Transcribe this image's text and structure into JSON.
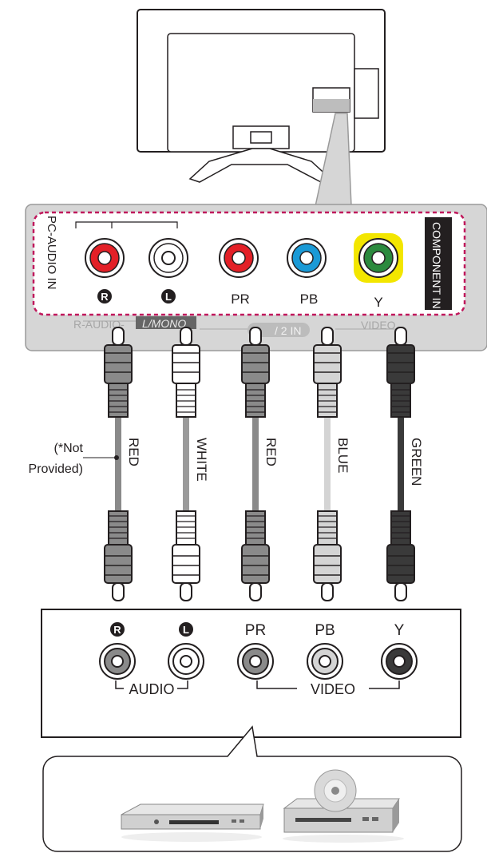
{
  "panel": {
    "group_label": "PC-AUDIO IN",
    "side_label": "COMPONENT IN",
    "jack_labels": [
      "R",
      "L",
      "PR",
      "PB",
      "Y"
    ],
    "under_labels": {
      "r_audio": "R-AUDIO-",
      "l_mono": "L/MONO",
      "in_2": "/ 2 IN",
      "video": "VIDEO"
    },
    "jack_colors": {
      "red": "#e32027",
      "white": "#ffffff",
      "blue": "#1a9ad6",
      "green": "#2b8a3e",
      "highlight": "#f3e600"
    },
    "outline_color": "#c0185c"
  },
  "cables": [
    {
      "label": "RED",
      "color": "#8a8a8a"
    },
    {
      "label": "WHITE",
      "color": "#ffffff"
    },
    {
      "label": "RED",
      "color": "#8a8a8a"
    },
    {
      "label": "BLUE",
      "color": "#d4d4d4"
    },
    {
      "label": "GREEN",
      "color": "#3a3a3a"
    }
  ],
  "note": {
    "line1": "(*Not",
    "line2": "Provided)"
  },
  "device": {
    "jack_labels": [
      "R",
      "L",
      "PR",
      "PB",
      "Y"
    ],
    "audio_label": "AUDIO",
    "video_label": "VIDEO"
  },
  "players": [
    "dvd-player",
    "disc-player"
  ]
}
